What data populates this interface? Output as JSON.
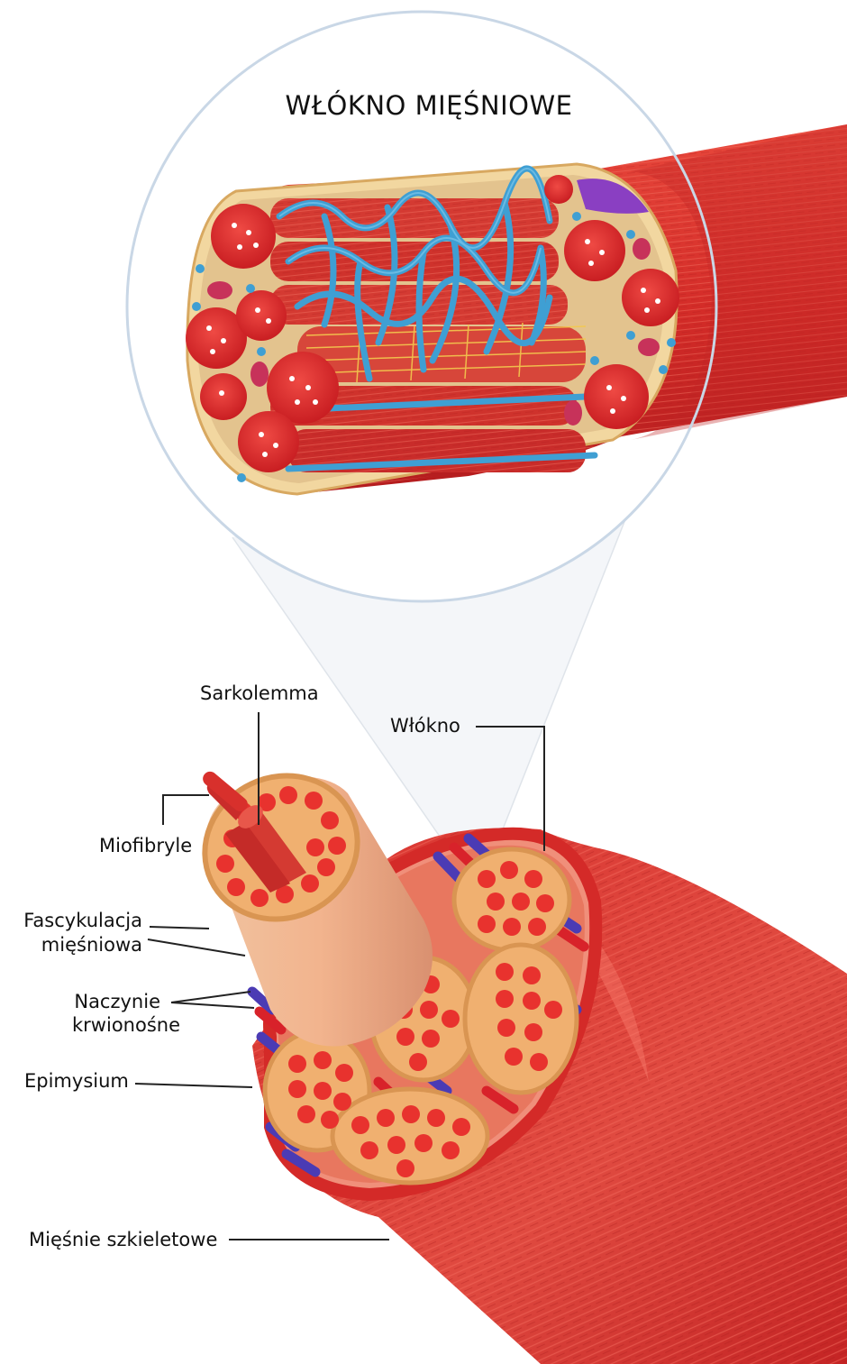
{
  "title": "WŁÓKNO MIĘŚNIOWE",
  "labels": {
    "sarkolemma": "Sarkolemma",
    "wlokno": "Włókno",
    "miofibryle": "Miofibryle",
    "fascykulacja_line1": "Fascykulacja",
    "fascykulacja_line2": "mięśniowa",
    "naczynie_line1": "Naczynie",
    "naczynie_line2": "krwionośne",
    "epimysium": "Epimysium",
    "miesnie_szkieletowe": "Mięśnie szkieletowe"
  },
  "colors": {
    "muscle_red": "#d8302c",
    "fascicle_tan": "#e7a866",
    "vessel_blue": "#3f9fd3",
    "vein_purple": "#4b3bb4",
    "artery_red": "#d8222a",
    "magnifier_ring": "#c9d7e6"
  }
}
